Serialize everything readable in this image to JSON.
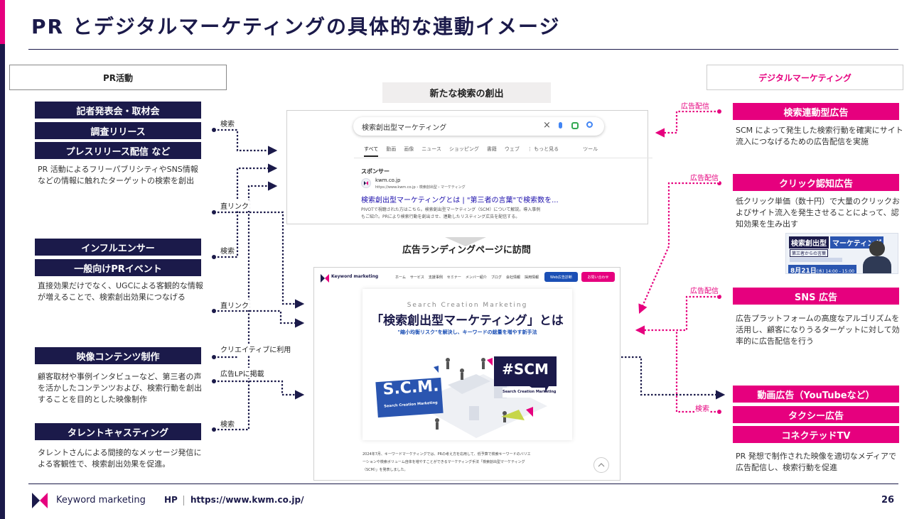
{
  "title": "PR とデジタルマーケティングの具体的な連動イメージ",
  "left_section": "PR活動",
  "right_section": "デジタルマーケティング",
  "center_head": "新たな検索の創出",
  "lp_head": "広告ランディングページに訪問",
  "pr_groups": [
    {
      "items": [
        "記者発表会・取材会",
        "調査リリース",
        "プレスリリース配信 など"
      ],
      "desc": "PR 活動によるフリーパブリシティやSNS情報などの情報に触れたターゲットの検索を創出"
    },
    {
      "items": [
        "インフルエンサー",
        "一般向けPRイベント"
      ],
      "desc": "直接効果だけでなく、UGCによる客観的な情報が増えることで、検索創出効果につなげる"
    },
    {
      "items": [
        "映像コンテンツ制作"
      ],
      "desc": "顧客取材や事例インタビューなど、第三者の声を活かしたコンテンツおよび、検索行動を創出することを目的とした映像制作"
    },
    {
      "items": [
        "タレントキャスティング"
      ],
      "desc": "タレントさんによる間接的なメッセージ発信による客観性で、検索創出効果を促進。"
    }
  ],
  "dm_groups": [
    {
      "items": [
        "検索連動型広告"
      ],
      "desc": "SCM によって発生した検索行動を確実にサイト流入につなげるための広告配信を実施"
    },
    {
      "items": [
        "クリック認知広告"
      ],
      "desc": "低クリック単価（数十円）で大量のクリックおよびサイト流入を発生させることによって、認知効果を生み出す"
    },
    {
      "items": [
        "SNS 広告"
      ],
      "desc": "広告プラットフォームの高度なアルゴリズムを活用し、顧客になりうるターゲットに対して効率的に広告配信を行う"
    },
    {
      "items": [
        "動画広告（YouTubeなど）",
        "タクシー広告",
        "コネクテッドTV"
      ],
      "desc": "PR 発想で制作された映像を適切なメディアで広告配信し、検索行動を促進"
    }
  ],
  "flow_labels": {
    "kensaku": "検索",
    "chokulink": "直リンク",
    "creative": "クリエイティブに利用",
    "lp_keisai": "広告LPに掲載",
    "ad_haishin": "広告配信"
  },
  "serp": {
    "query": "検索創出型マーケティング",
    "tabs": [
      "すべて",
      "動画",
      "画像",
      "ニュース",
      "ショッピング",
      "書籍",
      "ウェブ",
      "⋮ もっと見る",
      "ツール"
    ],
    "sponsor": "スポンサー",
    "site": "kwm.co.jp",
    "breadcrumb": "https://www.kwm.co.jp › 検索創出型 › マーケティング",
    "ad_title": "検索創出型マーケティングとは | \"第三者の言葉\"で検索数を...",
    "snippet_1": "PIVOTで視聴された方はこちら。検索創出型マーケティング（SCM）について解説。導入事例",
    "snippet_2": "もご紹介。PRにより検索行動を創出させ、連動したリスティング広告を配信する。"
  },
  "banner": {
    "line1": "検索創出型",
    "line2": "マーケティング",
    "line3": "第三者からの言葉",
    "date": "8月21日",
    "time": "(水) 14:00 - 15:00"
  },
  "lp": {
    "brand": "Keyword marketing",
    "nav": [
      "ホーム",
      "サービス",
      "支援事例",
      "セミナー",
      "メンバー紹介",
      "ブログ",
      "会社情報",
      "採用情報"
    ],
    "btn1": "Web広告診断",
    "btn2": "お問い合わせ",
    "eyebrow": "Search Creation Marketing",
    "headline": "「検索創出型マーケティング」とは",
    "subline": "\"縮小均衡リスク\"を解決し、キーワードの総量を増やす新手法",
    "scm_left": "S.C.M.",
    "scm_left_sub": "Search Creation Marketing",
    "scm_right": "#SCM",
    "scm_right_sub": "Search Creation Marketing",
    "body_1": "2024年7月、キーワードマーケティングでは、PRの考え方を応用して、低予算で検索キーワードのバリエ",
    "body_2": "ーションや検索ボリューム自体を増やすことができるマーケティング手法「検索創出型マーケティング",
    "body_3": "（SCM）」を発表しました。"
  },
  "footer": {
    "brand": "Keyword marketing",
    "hp_label": "HP",
    "url": "https://www.kwm.co.jp/",
    "page": "26"
  },
  "colors": {
    "navy": "#1b1a4a",
    "pink": "#e6007e",
    "blue_link": "#1a0dab"
  }
}
